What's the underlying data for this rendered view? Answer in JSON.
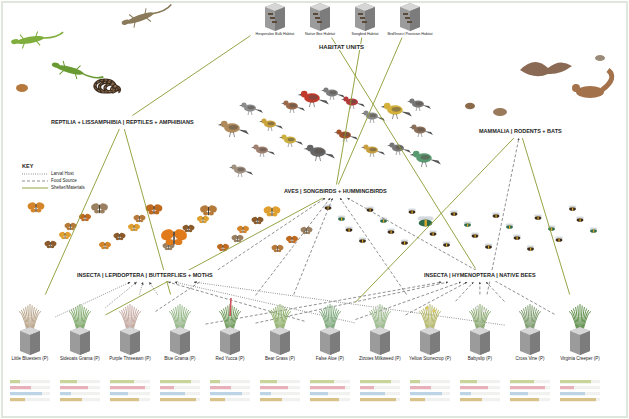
{
  "diagram": {
    "nodes": [
      {
        "text": [
          "Hesperaloe Bulk Habitat"
        ]
      },
      {
        "text": [
          "Native Bee Habitat"
        ]
      },
      {
        "text": [
          "Songbird Habitat"
        ]
      },
      {
        "text": [
          "Bird/Insect Provision Habitat"
        ]
      },
      {
        "text": [
          "REPTILIA + LISSAMPHIBIA | REPTILES + AMPHIBIANS"
        ]
      },
      {
        "text": [
          "MAMMALIA | RODENTS + BATS"
        ]
      },
      {
        "text": [
          "AVES | SONGBIRDS + HUMMINGBIRDS"
        ]
      },
      {
        "text": [
          "INSECTA | LEPIDOPTERA | BUTTERFLIES + MOTHS"
        ]
      },
      {
        "text": [
          "INSECTA | HYMENOPTERA | NATIVE BEES"
        ]
      },
      {
        "text": [
          "Little Bluestem (P)"
        ]
      },
      {
        "text": [
          "Sideoats Grama (P)"
        ]
      },
      {
        "text": [
          "Purple Threeawn (P)"
        ]
      },
      {
        "text": [
          "Blue Grama (P)"
        ]
      },
      {
        "text": [
          "Red Yucca (P)"
        ]
      },
      {
        "text": [
          "Bear Grass (P)"
        ]
      },
      {
        "text": [
          "False Aloe (P)"
        ]
      },
      {
        "text": [
          "Zizotes Milkweed (P)"
        ]
      },
      {
        "text": [
          "Yellow Stonecrop (P)"
        ]
      },
      {
        "text": [
          "Babyslip (P)"
        ]
      },
      {
        "text": [
          "Cross Vine (P)"
        ]
      },
      {
        "text": [
          "Virginia Creeper (P)"
        ]
      }
    ],
    "edges": [
      {
        "from": 9,
        "to": 7,
        "arrow": "to"
      },
      {
        "from": 10,
        "to": 7,
        "arrow": "to"
      },
      {
        "from": 11,
        "to": 7,
        "arrow": "to"
      },
      {
        "from": 12,
        "to": 7,
        "arrow": "to"
      },
      {
        "from": 16,
        "to": 7,
        "arrow": "to"
      },
      {
        "from": 19,
        "to": 7,
        "arrow": "to"
      },
      {
        "from": 13,
        "to": 6,
        "arrow": "to"
      },
      {
        "from": 14,
        "to": 6,
        "arrow": "to"
      },
      {
        "from": 15,
        "to": 8,
        "arrow": "to"
      },
      {
        "from": 16,
        "to": 8,
        "arrow": "to"
      },
      {
        "from": 17,
        "to": 8,
        "arrow": "to"
      },
      {
        "from": 18,
        "to": 8,
        "arrow": "to"
      },
      {
        "from": 19,
        "to": 8,
        "arrow": "to"
      },
      {
        "from": 20,
        "to": 6,
        "arrow": "to"
      },
      {
        "from": 13,
        "to": 8,
        "arrow": "to"
      },
      {
        "from": 17,
        "to": 6,
        "arrow": "to"
      },
      {
        "from": 12,
        "to": 8,
        "arrow": "to"
      },
      {
        "from": 18,
        "to": 5,
        "arrow": "to"
      },
      {
        "from": 11,
        "to": 6,
        "arrow": "to"
      },
      {
        "from": 15,
        "to": 7,
        "arrow": "to"
      },
      {
        "from": 9,
        "to": 4,
        "arrow": "none"
      },
      {
        "from": 10,
        "to": 6,
        "arrow": "none"
      },
      {
        "from": 20,
        "to": 5,
        "arrow": "none"
      },
      {
        "from": 0,
        "to": 4,
        "arrow": "none"
      },
      {
        "from": 1,
        "to": 8,
        "arrow": "none"
      },
      {
        "from": 2,
        "to": 6,
        "arrow": "none"
      },
      {
        "from": 3,
        "to": 6,
        "arrow": "none"
      },
      {
        "from": 15,
        "to": 5,
        "arrow": "none"
      },
      {
        "from": 12,
        "to": 4,
        "arrow": "none"
      }
    ],
    "labels": [
      "HABITAT UNITS",
      "KEY"
    ],
    "legend": [
      {
        "text": "Larval Host"
      },
      {
        "text": "Food Source"
      },
      {
        "text": "Shelter/Materials"
      }
    ]
  }
}
